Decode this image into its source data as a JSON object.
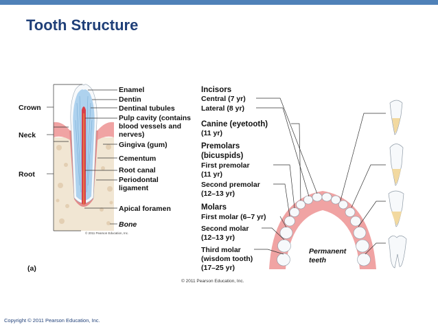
{
  "slide": {
    "title": "Tooth Structure",
    "copyright": "Copyright © 2011 Pearson Education, Inc."
  },
  "left_panel": {
    "region_labels": [
      "Crown",
      "Neck",
      "Root"
    ],
    "part_labels": [
      "Enamel",
      "Dentin",
      "Dentinal tubules",
      "Pulp cavity (contains",
      "blood vessels and",
      "nerves)",
      "Gingiva (gum)",
      "Cementum",
      "Root canal",
      "Periodontal",
      "ligament",
      "Apical foramen",
      "Bone"
    ],
    "figure_letter": "(a)",
    "credit": "© 2011 Pearson Education, Inc."
  },
  "right_panel": {
    "groups": [
      {
        "heading": [
          "Incisors"
        ],
        "items": [
          "Central (7 yr)",
          "Lateral (8 yr)"
        ]
      },
      {
        "heading": [
          "Canine (eyetooth)"
        ],
        "items": [
          "(11 yr)"
        ]
      },
      {
        "heading": [
          "Premolars",
          "(bicuspids)"
        ],
        "items": [
          "First premolar",
          "(11 yr)",
          "Second premolar",
          "(12–13 yr)"
        ]
      },
      {
        "heading": [
          "Molars"
        ],
        "items": [
          "First molar (6–7 yr)",
          "Second molar",
          "(12–13 yr)",
          "Third molar",
          "(wisdom tooth)",
          "(17–25 yr)"
        ]
      }
    ],
    "arch_label": [
      "Permanent",
      "teeth"
    ],
    "credit": "© 2011 Pearson Education, Inc."
  },
  "colors": {
    "title": "#1f3f78",
    "top_bar": "#4f81b8",
    "gingiva": "#f0a3a3",
    "dentin": "#aed2ee",
    "pulp": "#d8404a",
    "bone": "#f1e6d3",
    "enamel": "#f7f9fb"
  }
}
